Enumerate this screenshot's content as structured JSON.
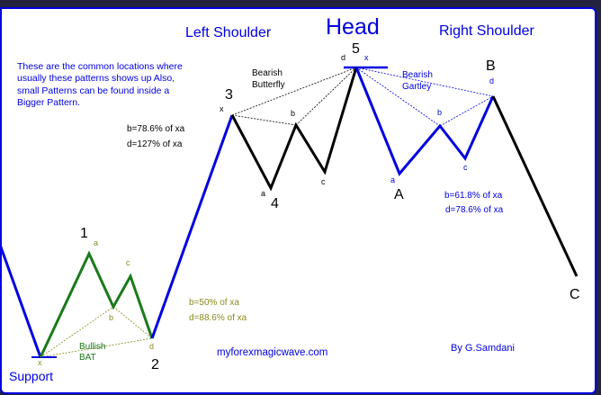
{
  "titles": {
    "left_shoulder": "Left Shoulder",
    "head": "Head",
    "right_shoulder": "Right Shoulder"
  },
  "note": [
    "These are the common locations where",
    "usually these patterns shows up Also,",
    "small Patterns can be found inside a",
    "Bigger Pattern."
  ],
  "wave_numbers": {
    "one": "1",
    "two": "2",
    "three": "3",
    "four": "4",
    "five": "5",
    "A": "A",
    "B": "B",
    "C": "C"
  },
  "support_label": "Support",
  "bat": {
    "name_line1": "Bullish",
    "name_line2": "BAT",
    "x": "x",
    "a": "a",
    "b": "b",
    "c": "c",
    "d": "d",
    "ratio_b": "b=50% of xa",
    "ratio_d": "d=88.6% of xa"
  },
  "butterfly": {
    "name_line1": "Bearish",
    "name_line2": "Butterfly",
    "x": "x",
    "a": "a",
    "b": "b",
    "c": "c",
    "d": "d",
    "ratio_b": "b=78.6% of xa",
    "ratio_d": "d=127% of xa"
  },
  "gartley": {
    "name_line1": "Bearish",
    "name_line2": "Gartley",
    "x": "x",
    "a": "a",
    "b": "b",
    "c": "c",
    "d": "d",
    "ratio_b": "b=61.8% of xa",
    "ratio_d": "d=78.6% of xa"
  },
  "website": "myforexmagicwave.com",
  "author": "By G.Samdani",
  "colors": {
    "blue": "#0000e0",
    "green": "#1a7a1a",
    "olive": "#8a8a1e",
    "black": "#000000",
    "background": "#23233f"
  }
}
